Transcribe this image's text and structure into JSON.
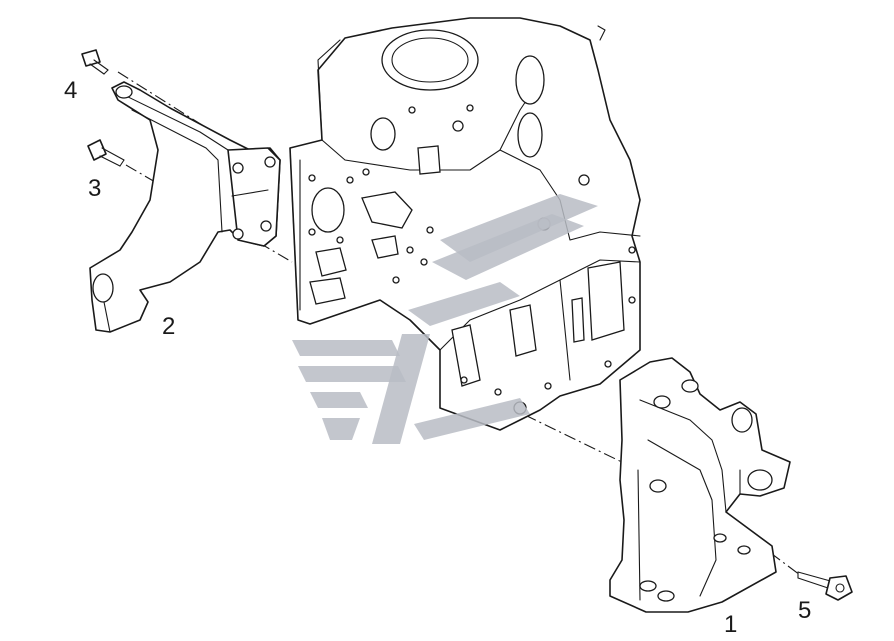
{
  "diagram": {
    "callouts": [
      {
        "id": "part-1",
        "text": "1"
      },
      {
        "id": "part-2",
        "text": "2"
      },
      {
        "id": "part-3",
        "text": "3"
      },
      {
        "id": "part-4",
        "text": "4"
      },
      {
        "id": "part-5",
        "text": "5"
      }
    ]
  },
  "colors": {
    "line": "#1a1a1a",
    "background": "#ffffff",
    "watermark": "#b9bcc4"
  },
  "icons": {
    "watermark": "logo-watermark"
  }
}
